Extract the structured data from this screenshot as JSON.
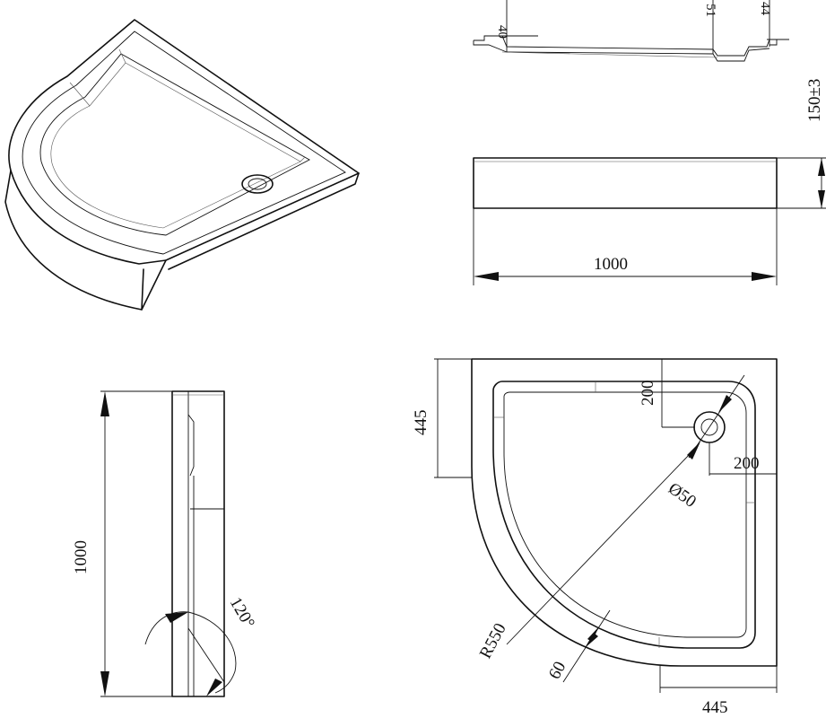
{
  "dimensions": {
    "top_view_width": "1000",
    "height": "150±3",
    "profile_left": "40",
    "profile_middle": "51",
    "profile_right": "44",
    "side_length": "1000",
    "angle": "120°",
    "plan_height": "445",
    "drain_offset_y": "200",
    "drain_offset_x": "200",
    "drain_diameter": "Ø50",
    "radius": "R550",
    "rim_width": "60",
    "plan_width": "445"
  }
}
